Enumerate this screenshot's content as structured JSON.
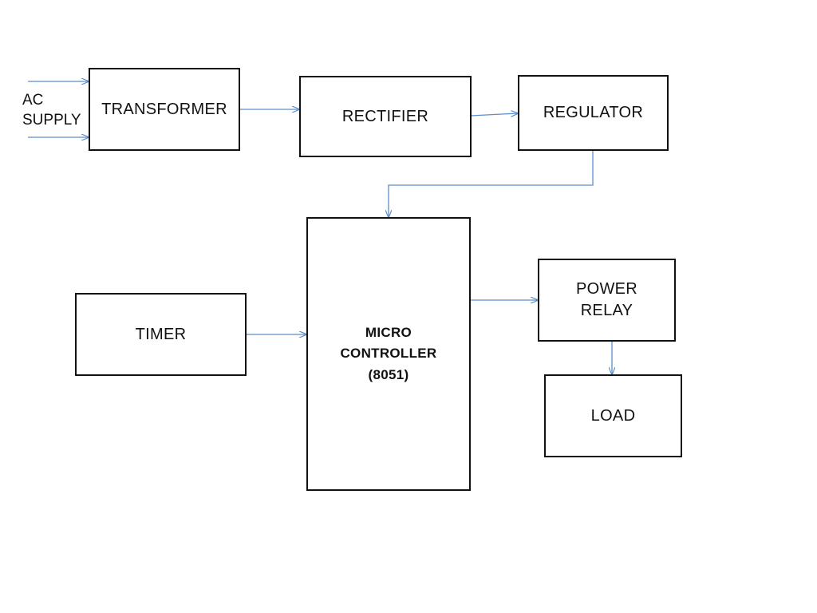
{
  "input": {
    "line1": "AC",
    "line2": "SUPPLY"
  },
  "blocks": {
    "transformer": "TRANSFORMER",
    "rectifier": "RECTIFIER",
    "regulator": "REGULATOR",
    "timer": "TIMER",
    "microcontroller": {
      "line1": "MICRO",
      "line2": "CONTROLLER",
      "line3": "(8051)"
    },
    "power_relay": {
      "line1": "POWER",
      "line2": "RELAY"
    },
    "load": "LOAD"
  },
  "colors": {
    "connector": "#5b8ec9",
    "border": "#111111",
    "background": "#ffffff"
  }
}
